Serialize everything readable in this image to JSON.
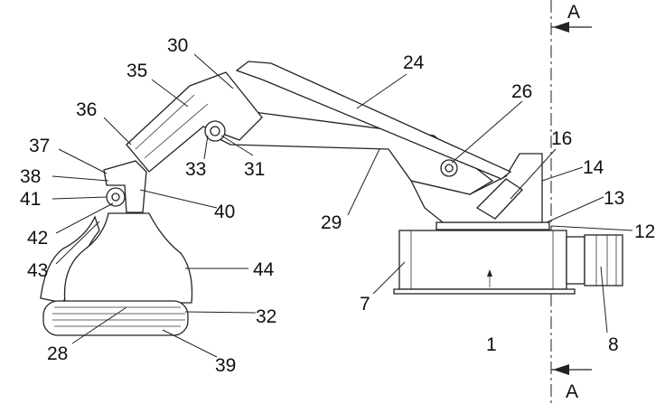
{
  "section_marker": {
    "top": "A",
    "bottom": "A"
  },
  "labels": {
    "l1": "1",
    "l7": "7",
    "l8": "8",
    "l12": "12",
    "l13": "13",
    "l14": "14",
    "l16": "16",
    "l24": "24",
    "l26": "26",
    "l28": "28",
    "l29": "29",
    "l30": "30",
    "l31": "31",
    "l32": "32",
    "l33": "33",
    "l35": "35",
    "l36": "36",
    "l37": "37",
    "l38": "38",
    "l39": "39",
    "l40": "40",
    "l41": "41",
    "l42": "42",
    "l43": "43",
    "l44": "44"
  }
}
